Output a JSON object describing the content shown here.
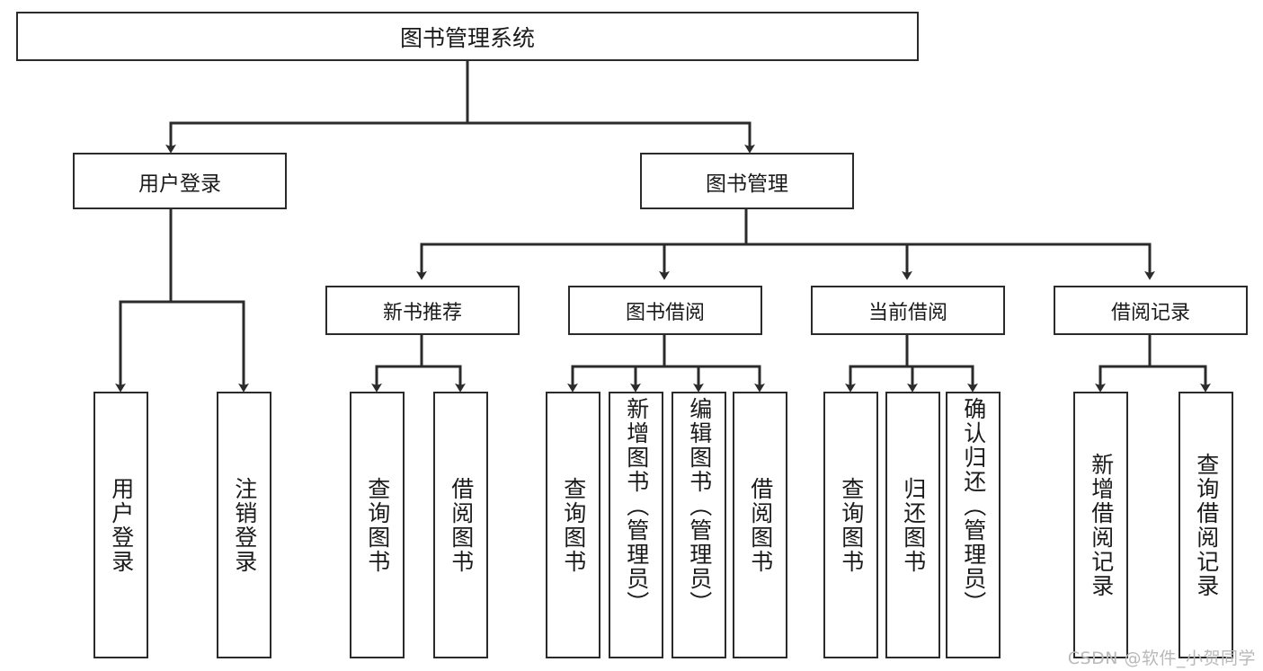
{
  "diagram": {
    "type": "tree",
    "title": "图书管理系统",
    "root": {
      "label": "图书管理系统"
    },
    "level1": [
      {
        "label": "用户登录"
      },
      {
        "label": "图书管理"
      }
    ],
    "level2": [
      {
        "label": "新书推荐"
      },
      {
        "label": "图书借阅"
      },
      {
        "label": "当前借阅"
      },
      {
        "label": "借阅记录"
      }
    ],
    "leaves": {
      "user_login": [
        {
          "label": "用户登录"
        },
        {
          "label": "注销登录"
        }
      ],
      "new_book_recommend": [
        {
          "label": "查询图书"
        },
        {
          "label": "借阅图书"
        }
      ],
      "book_borrow": [
        {
          "label": "查询图书"
        },
        {
          "label": "新增图书（管理员）"
        },
        {
          "label": "编辑图书（管理员）"
        },
        {
          "label": "借阅图书"
        }
      ],
      "current_borrow": [
        {
          "label": "查询图书"
        },
        {
          "label": "归还图书"
        },
        {
          "label": "确认归还（管理员）"
        }
      ],
      "borrow_record": [
        {
          "label": "新增借阅记录"
        },
        {
          "label": "查询借阅记录"
        }
      ]
    }
  },
  "watermark": {
    "text": "CSDN @软件_小贺同学"
  },
  "colors": {
    "stroke": "#2b2b2b",
    "fill": "#ffffff",
    "text": "#1a1a1a",
    "watermark": "#b9b9b9"
  }
}
